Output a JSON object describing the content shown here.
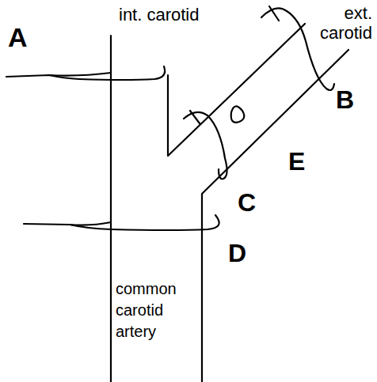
{
  "diagram": {
    "labels": [
      "int. carotid",
      "ext. carotid",
      "A",
      "B",
      "E",
      "C",
      "D",
      "common carotid artery"
    ]
  }
}
